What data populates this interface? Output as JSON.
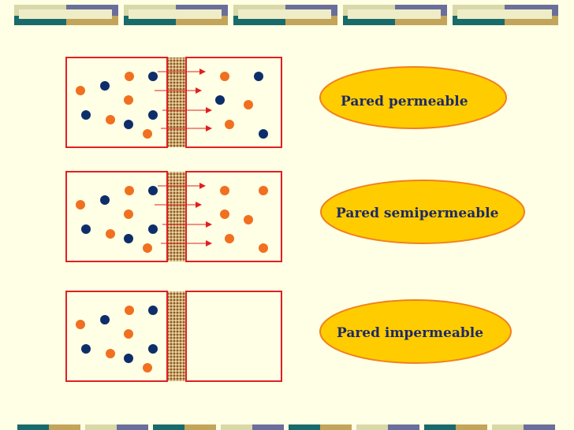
{
  "colors": {
    "background": "#FFFFE5",
    "box_border": "#E02020",
    "arrow": "#E02020",
    "orange_particle": "#F07020",
    "navy_particle": "#0E2E6A",
    "oval_fill": "#FFCC00",
    "oval_border": "#F08020",
    "label_text": "#1F2A66",
    "membrane": "#B08850",
    "band_olive": "#D9D8A8",
    "band_slate": "#6A6E9A",
    "band_teal": "#196A6A",
    "band_gold": "#C2A45A"
  },
  "panels": [
    {
      "id": "permeable",
      "label": "Pared permeable",
      "right_side_particles": "both",
      "arrows": 4
    },
    {
      "id": "semipermeable",
      "label": "Pared semipermeable",
      "right_side_particles": "orange-only",
      "arrows": 4
    },
    {
      "id": "impermeable",
      "label": "Pared impermeable",
      "right_side_particles": "none",
      "arrows": 0
    }
  ]
}
